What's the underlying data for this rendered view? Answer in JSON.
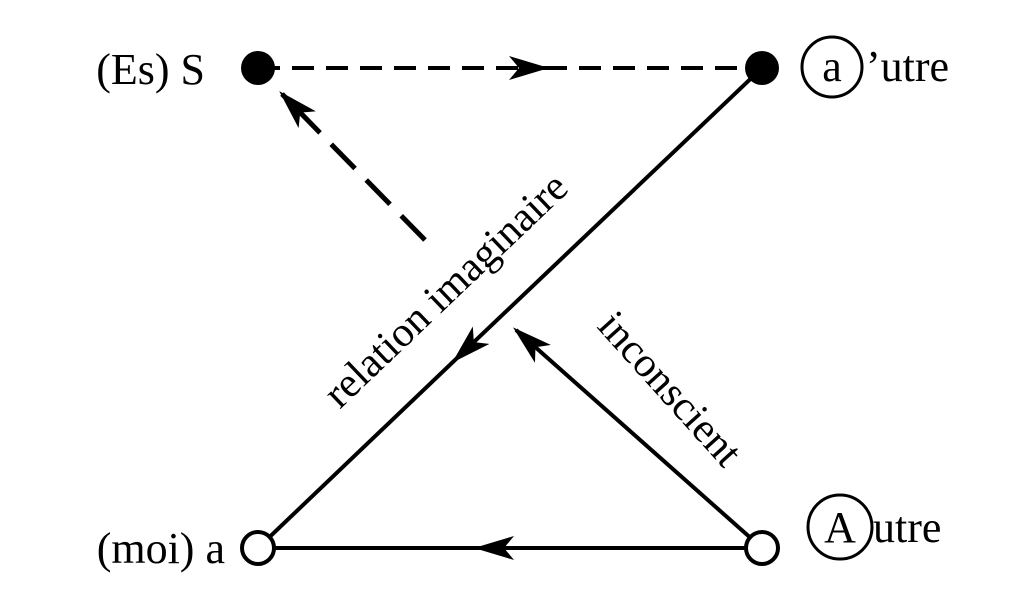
{
  "diagram": {
    "title": "Schema L",
    "nodes": {
      "S": {
        "prefix": "(Es) S",
        "filled": true
      },
      "a_prime": {
        "circled": "a",
        "suffix": "’utre",
        "filled": true
      },
      "a": {
        "prefix": "(moi) a",
        "filled": false
      },
      "A": {
        "circled": "A",
        "suffix": "utre",
        "filled": false
      }
    },
    "edges": [
      {
        "from": "S",
        "to": "a_prime",
        "style": "dashed"
      },
      {
        "from": "a",
        "to": "S",
        "style": "dashed",
        "partial": true
      },
      {
        "from": "a_prime",
        "to": "a",
        "style": "solid",
        "label": "relation imaginaire"
      },
      {
        "from": "A",
        "to": "a",
        "style": "solid"
      },
      {
        "from": "A",
        "to": "intersection",
        "style": "solid",
        "label": "inconscient"
      }
    ],
    "labels": {
      "imaginary": "relation imaginaire",
      "unconscious": "inconscient"
    }
  }
}
